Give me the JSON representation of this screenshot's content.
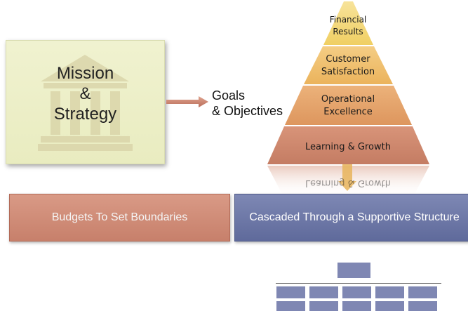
{
  "mission": {
    "line1": "Mission",
    "line2": "&",
    "line3": "Strategy"
  },
  "goals": {
    "line1": "Goals",
    "line2": "& Objectives"
  },
  "pyramid": {
    "levels": [
      {
        "line1": "Financial",
        "line2": "Results"
      },
      {
        "line1": "Customer",
        "line2": "Satisfaction"
      },
      {
        "line1": "Operational",
        "line2": "Excellence"
      },
      {
        "line1": "Learning & Growth",
        "line2": ""
      }
    ],
    "reflection": "Learning & Growth"
  },
  "bands": {
    "budgets": "Budgets To Set Boundaries",
    "cascade": "Cascaded  Through a Supportive Structure"
  },
  "colors": {
    "mission_bg": "#eceec6",
    "arrow": "#c8826e",
    "level_top": "#f2d36b",
    "level_2": "#eeb862",
    "level_3": "#e09a62",
    "level_4": "#c98068",
    "budgets_band": "#d08d78",
    "cascade_band": "#6e78a8",
    "org_boxes": "#7f87b3"
  }
}
